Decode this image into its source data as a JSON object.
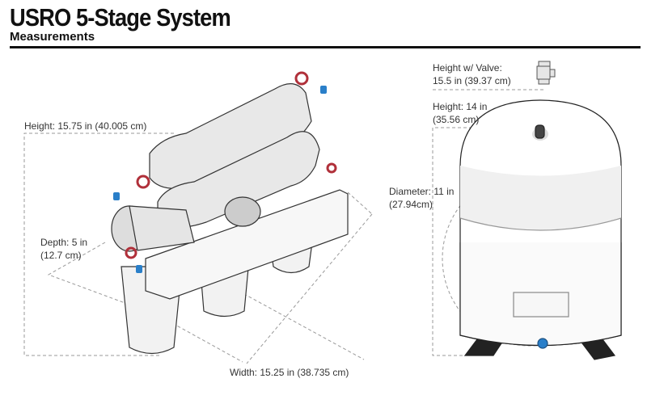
{
  "header": {
    "title": "USRO 5-Stage System",
    "subtitle": "Measurements"
  },
  "filter_system": {
    "height_label": "Height: 15.75 in (40.005 cm)",
    "depth_label_1": "Depth: 5 in",
    "depth_label_2": "(12.7 cm)",
    "width_label": "Width: 15.25 in (38.735 cm)"
  },
  "tank": {
    "height_valve_1": "Height w/ Valve:",
    "height_valve_2": "15.5 in (39.37 cm)",
    "height_1": "Height: 14 in",
    "height_2": "(35.56 cm)",
    "diameter_1": "Diameter: 11 in",
    "diameter_2": "(27.94cm)"
  },
  "colors": {
    "accent_blue": "#2a7fc9",
    "fitting_red": "#b0303a",
    "outline": "#333333"
  }
}
